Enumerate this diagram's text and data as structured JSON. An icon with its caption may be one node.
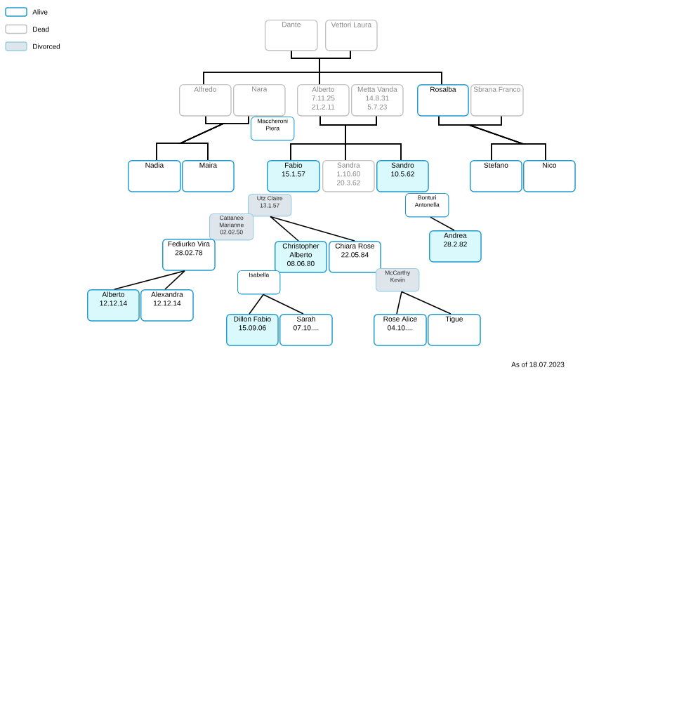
{
  "diagram": {
    "nodes": [
      {
        "text": [
          "Dante"
        ]
      },
      {
        "text": [
          "Vettori Laura"
        ]
      },
      {
        "text": [
          "Alfredo"
        ]
      },
      {
        "text": [
          "Nara"
        ]
      },
      {
        "text": [
          "Alberto",
          "7.11.25",
          "21.2.11"
        ]
      },
      {
        "text": [
          "Metta Vanda",
          "14.8.31",
          "5.7.23"
        ]
      },
      {
        "text": [
          "Rosalba"
        ]
      },
      {
        "text": [
          "Sbrana Franco"
        ]
      },
      {
        "text": [
          "Maccheroni Piera"
        ]
      },
      {
        "text": [
          "Nadia"
        ]
      },
      {
        "text": [
          "Maira"
        ]
      },
      {
        "text": [
          "Fabio",
          "15.1.57"
        ]
      },
      {
        "text": [
          "Sandra",
          "1.10.60",
          "20.3.62"
        ]
      },
      {
        "text": [
          "Sandro",
          "10.5.62"
        ]
      },
      {
        "text": [
          "Stefano"
        ]
      },
      {
        "text": [
          "Nico"
        ]
      },
      {
        "text": [
          "Utz Claire",
          "13.1.57"
        ]
      },
      {
        "text": [
          "Bonturi Antonella"
        ]
      },
      {
        "text": [
          "Cattaneo Marianne",
          "02.02.50"
        ]
      },
      {
        "text": [
          "Fediurko Vira",
          "28.02.78"
        ]
      },
      {
        "text": [
          "Christopher Alberto",
          "08.06.80"
        ]
      },
      {
        "text": [
          "Chiara Rose",
          "22.05.84"
        ]
      },
      {
        "text": [
          "Andrea",
          "28.2.82"
        ]
      },
      {
        "text": [
          "Isabella"
        ]
      },
      {
        "text": [
          "McCarthy Kevin"
        ]
      },
      {
        "text": [
          "Alberto",
          "12.12.14"
        ]
      },
      {
        "text": [
          "Alexandra",
          "12.12.14"
        ]
      },
      {
        "text": [
          "Dillon Fabio",
          "15.09.06"
        ]
      },
      {
        "text": [
          "Sarah",
          "07.10...."
        ]
      },
      {
        "text": [
          "Rose Alice",
          "04.10...."
        ]
      },
      {
        "text": [
          "Tigue"
        ]
      }
    ],
    "edges": [
      {
        "from": 0,
        "to": 2,
        "arrow": "none"
      },
      {
        "from": 0,
        "to": 4,
        "arrow": "none"
      },
      {
        "from": 0,
        "to": 6,
        "arrow": "none"
      },
      {
        "from": 1,
        "to": 2,
        "arrow": "none"
      },
      {
        "from": 1,
        "to": 4,
        "arrow": "none"
      },
      {
        "from": 1,
        "to": 6,
        "arrow": "none"
      },
      {
        "from": 2,
        "to": 9,
        "arrow": "none"
      },
      {
        "from": 2,
        "to": 10,
        "arrow": "none"
      },
      {
        "from": 3,
        "to": 9,
        "arrow": "none"
      },
      {
        "from": 3,
        "to": 10,
        "arrow": "none"
      },
      {
        "from": 4,
        "to": 11,
        "arrow": "none"
      },
      {
        "from": 4,
        "to": 12,
        "arrow": "none"
      },
      {
        "from": 4,
        "to": 13,
        "arrow": "none"
      },
      {
        "from": 5,
        "to": 11,
        "arrow": "none"
      },
      {
        "from": 5,
        "to": 12,
        "arrow": "none"
      },
      {
        "from": 5,
        "to": 13,
        "arrow": "none"
      },
      {
        "from": 6,
        "to": 14,
        "arrow": "none"
      },
      {
        "from": 6,
        "to": 15,
        "arrow": "none"
      },
      {
        "from": 7,
        "to": 14,
        "arrow": "none"
      },
      {
        "from": 7,
        "to": 15,
        "arrow": "none"
      },
      {
        "from": 16,
        "to": 20,
        "arrow": "none"
      },
      {
        "from": 16,
        "to": 21,
        "arrow": "none"
      },
      {
        "from": 17,
        "to": 22,
        "arrow": "none"
      },
      {
        "from": 19,
        "to": 25,
        "arrow": "none"
      },
      {
        "from": 19,
        "to": 26,
        "arrow": "none"
      },
      {
        "from": 23,
        "to": 27,
        "arrow": "none"
      },
      {
        "from": 23,
        "to": 28,
        "arrow": "none"
      },
      {
        "from": 24,
        "to": 29,
        "arrow": "none"
      },
      {
        "from": 24,
        "to": 30,
        "arrow": "none"
      }
    ],
    "labels": [
      "As of 18.07.2023"
    ],
    "legend": [
      {
        "text": "Alive"
      },
      {
        "text": "Dead"
      },
      {
        "text": "Divorced"
      }
    ]
  }
}
